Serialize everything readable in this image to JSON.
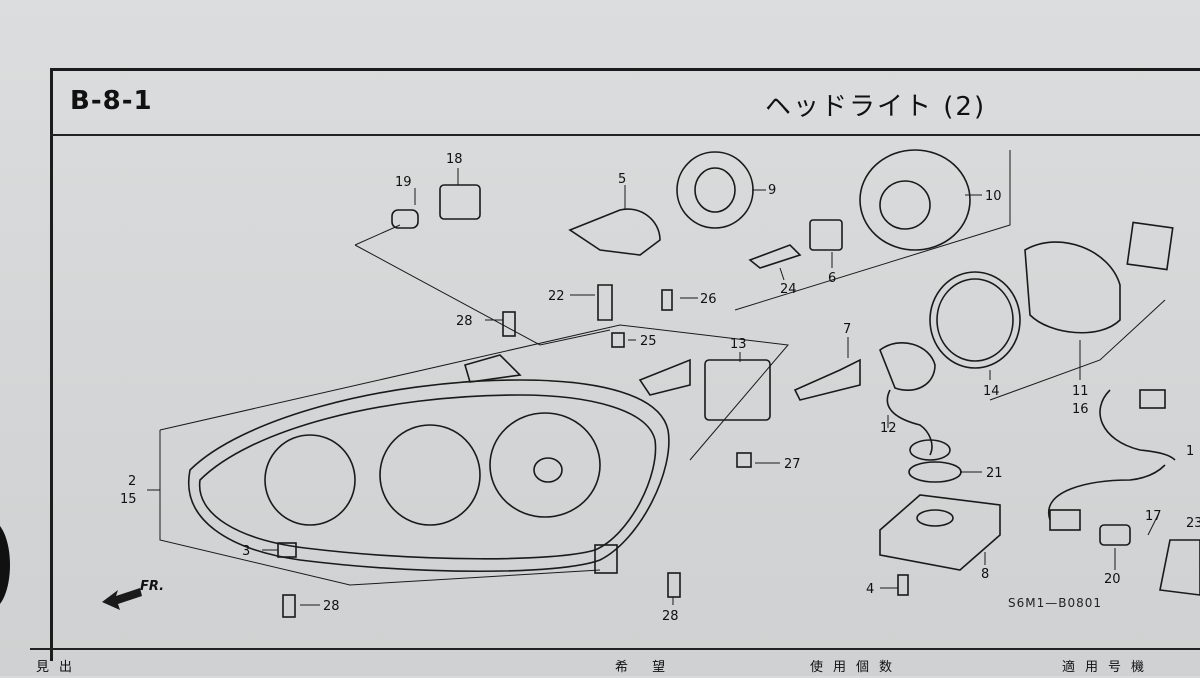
{
  "header": {
    "code": "B-8-1",
    "title": "ヘッドライト (2)"
  },
  "direction": "FR.",
  "diagram_ref": "S6M1—B0801",
  "footer": {
    "col1": "見出",
    "col2": "希 望",
    "col3": "使用個数",
    "col4": "適用号機"
  },
  "callouts": [
    {
      "id": "c19",
      "text": "19"
    },
    {
      "id": "c18",
      "text": "18"
    },
    {
      "id": "c5",
      "text": "5"
    },
    {
      "id": "c9",
      "text": "9"
    },
    {
      "id": "c10",
      "text": "10"
    },
    {
      "id": "c24",
      "text": "24"
    },
    {
      "id": "c6",
      "text": "6"
    },
    {
      "id": "c22",
      "text": "22"
    },
    {
      "id": "c26",
      "text": "26"
    },
    {
      "id": "c28a",
      "text": "28"
    },
    {
      "id": "c25",
      "text": "25"
    },
    {
      "id": "c13",
      "text": "13"
    },
    {
      "id": "c7",
      "text": "7"
    },
    {
      "id": "c14",
      "text": "14"
    },
    {
      "id": "c11",
      "text": "11"
    },
    {
      "id": "c16",
      "text": "16"
    },
    {
      "id": "c1",
      "text": "1"
    },
    {
      "id": "c2",
      "text": "2"
    },
    {
      "id": "c15",
      "text": "15"
    },
    {
      "id": "c12",
      "text": "12"
    },
    {
      "id": "c27",
      "text": "27"
    },
    {
      "id": "c21",
      "text": "21"
    },
    {
      "id": "c17",
      "text": "17"
    },
    {
      "id": "c23",
      "text": "23"
    },
    {
      "id": "c3",
      "text": "3"
    },
    {
      "id": "c8",
      "text": "8"
    },
    {
      "id": "c20",
      "text": "20"
    },
    {
      "id": "c4",
      "text": "4"
    },
    {
      "id": "c28b",
      "text": "28"
    },
    {
      "id": "c28c",
      "text": "28"
    }
  ]
}
